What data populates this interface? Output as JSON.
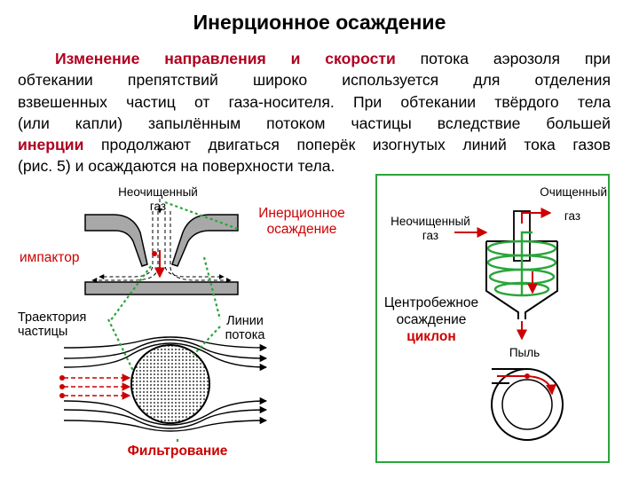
{
  "title": "Инерционное осаждение",
  "paragraph": {
    "line1_highlight": "Изменение направления и скорости",
    "line1_rest": " потока аэрозоля при",
    "line2": "обтекании препятствий широко используется для отделения",
    "line3": "взвешенных частиц от газа-носителя. При обтекании твёрдого тела",
    "line4": "(или капли) запылённым потоком частицы вследствие большей",
    "line5_highlight": "инерции",
    "line5_rest": " продолжают двигаться поперёк изогнутых линий тока газов",
    "line6": "(рис. 5) и осаждаются на поверхности тела."
  },
  "labels": {
    "raw_gas_left_1": "Неочищенный",
    "raw_gas_left_2": "газ",
    "inertial_1": "Инерционное",
    "inertial_2": "осаждение",
    "impactor": "импактор",
    "trajectory_1": "Траектория",
    "trajectory_2": "частицы",
    "streamlines_1": "Линии",
    "streamlines_2": "потока",
    "filtration": "Фильтрование",
    "clean_gas_1": "Очищенный",
    "clean_gas_2": "газ",
    "raw_gas_right_1": "Неочищенный",
    "raw_gas_right_2": "газ",
    "centrifugal_1": "Центробежное",
    "centrifugal_2": "осаждение",
    "cyclone": "циклон",
    "dust": "Пыль"
  },
  "colors": {
    "highlight": "#b00020",
    "green": "#2aa53a",
    "red": "#cc0000",
    "gray_fill": "#a8a8a8"
  }
}
